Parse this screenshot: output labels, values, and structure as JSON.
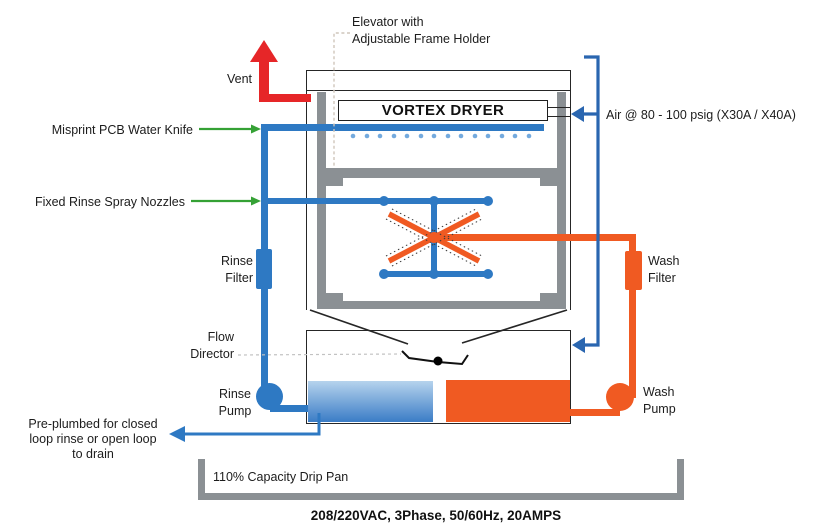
{
  "labels": {
    "elevator_line1": "Elevator with",
    "elevator_line2": "Adjustable Frame Holder",
    "vent": "Vent",
    "vortex_dryer": "VORTEX DRYER",
    "air_supply": "Air @ 80 - 100 psig (X30A / X40A)",
    "water_knife": "Misprint PCB Water Knife",
    "spray_nozzles": "Fixed Rinse Spray Nozzles",
    "rinse_filter_line1": "Rinse",
    "rinse_filter_line2": "Filter",
    "wash_filter_line1": "Wash",
    "wash_filter_line2": "Filter",
    "flow_director_line1": "Flow",
    "flow_director_line2": "Director",
    "rinse_pump_line1": "Rinse",
    "rinse_pump_line2": "Pump",
    "wash_pump_line1": "Wash",
    "wash_pump_line2": "Pump",
    "drain_note_line1": "Pre-plumbed for closed",
    "drain_note_line2": "loop rinse or open loop",
    "drain_note_line3": "to drain",
    "drip_pan": "110% Capacity Drip Pan",
    "power_spec": "208/220VAC, 3Phase, 50/60Hz, 20AMPS"
  },
  "colors": {
    "rinse_blue": "#2e79c3",
    "wash_orange": "#f05a22",
    "vent_red": "#e62628",
    "arrow_green": "#35a135",
    "wall_gray": "#8b9094",
    "air_blue": "#2a66b0",
    "tank_blue_top": "#b6d3ed",
    "tank_blue_bottom": "#3a7cc6"
  }
}
